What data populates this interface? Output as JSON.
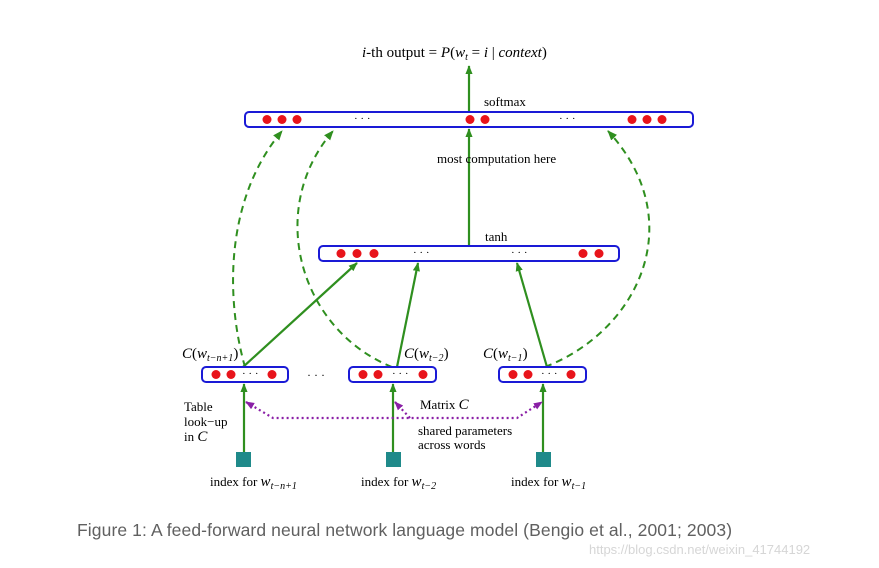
{
  "diagram": {
    "output_label": {
      "prefix": "i",
      "middle": "-th output = ",
      "formula_p": "P",
      "formula_open": "(",
      "formula_w": "w",
      "formula_sub": "t",
      "formula_eq": " = ",
      "formula_i": "i",
      "formula_bar": " | ",
      "formula_context": "context",
      "formula_close": ")"
    },
    "softmax_label": "softmax",
    "computation_label": "most  computation here",
    "tanh_label": "tanh",
    "ellipsis": "· · ·",
    "embedding_labels": [
      {
        "fn": "C",
        "open": "(",
        "w": "w",
        "sub": "t−n+1",
        "close": ")"
      },
      {
        "fn": "C",
        "open": "(",
        "w": "w",
        "sub": "t−2",
        "close": ")"
      },
      {
        "fn": "C",
        "open": "(",
        "w": "w",
        "sub": "t−1",
        "close": ")"
      }
    ],
    "table_lookup_lines": [
      "Table",
      "look−up",
      "in "
    ],
    "table_lookup_c": "C",
    "matrix_label": "Matrix ",
    "matrix_c": "C",
    "shared_lines": [
      "shared parameters",
      "across words"
    ],
    "index_labels": [
      {
        "prefix": "index for ",
        "w": "w",
        "sub": "t−n+1"
      },
      {
        "prefix": "index for ",
        "w": "w",
        "sub": "t−2"
      },
      {
        "prefix": "index for ",
        "w": "w",
        "sub": "t−1"
      }
    ],
    "colors": {
      "layer_border": "#1a1ad6",
      "neuron": "#e8141b",
      "arrow": "#2f8f1f",
      "dashed": "#2f8f1f",
      "dotted": "#8a1fa6",
      "index_box": "#1f8a8a"
    }
  },
  "caption": "Figure 1: A feed-forward neural network language model (Bengio et al., 2001; 2003)",
  "watermark": "https://blog.csdn.net/weixin_41744192"
}
